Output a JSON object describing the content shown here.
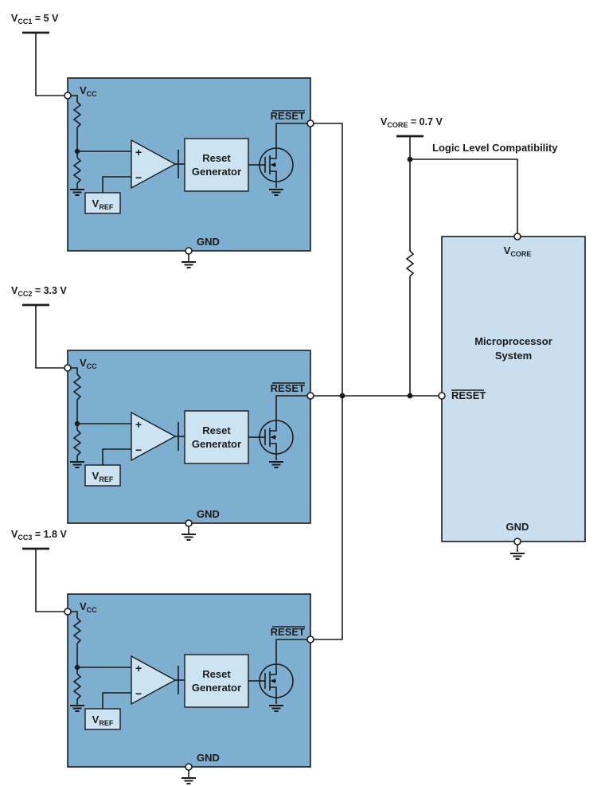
{
  "diagram": {
    "supplies": [
      {
        "v": "V",
        "sub": "CC1",
        "rest": " = 5 V"
      },
      {
        "v": "V",
        "sub": "CC2",
        "rest": " = 3.3 V"
      },
      {
        "v": "V",
        "sub": "CC3",
        "rest": " = 1.8 V"
      }
    ],
    "vcore_supply": {
      "v": "V",
      "sub": "CORE",
      "rest": " = 0.7 V"
    },
    "logic_label": "Logic Level Compatibility",
    "ic": {
      "vcc": {
        "v": "V",
        "sub": "CC"
      },
      "reset": "RESET",
      "gnd": "GND",
      "plus": "+",
      "minus": "−",
      "reset_gen_line1": "Reset",
      "reset_gen_line2": "Generator",
      "vref": {
        "v": "V",
        "sub": "REF"
      }
    },
    "mcu": {
      "vcore_pin": {
        "v": "V",
        "sub": "CORE"
      },
      "title_line1": "Microprocessor",
      "title_line2": "System",
      "reset": "RESET",
      "gnd": "GND"
    },
    "colors": {
      "ic_fill": "#7eafd1",
      "inner_fill": "#cce3f2",
      "mcu_fill": "#c9dff0",
      "line": "#1b1b1b"
    }
  }
}
